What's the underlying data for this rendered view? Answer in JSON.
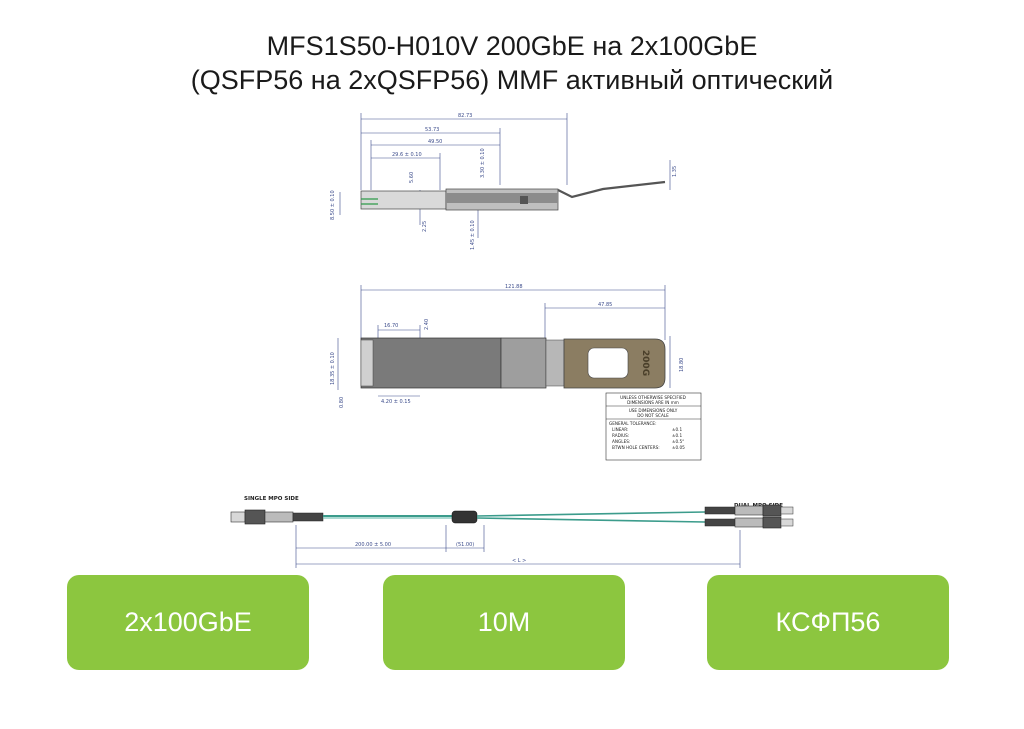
{
  "title": {
    "line1": "MFS1S50-H010V 200GbE на 2x100GbE",
    "line2": "(QSFP56 на 2xQSFP56) MMF активный оптический"
  },
  "side_view": {
    "dims": [
      "82.73",
      "53.73",
      "49.50",
      "29.6 ± 0.10",
      "5.60",
      "3.30 ± 0.10",
      "1.35",
      "8.50 ± 0.10",
      "2.25",
      "1.45 ± 0.10"
    ]
  },
  "top_view": {
    "dims": [
      "121.88",
      "47.85",
      "16.70",
      "2.40",
      "18.35 ± 0.10",
      "18.80",
      "0.80",
      "4.20 ± 0.15"
    ],
    "pull_tab_text": "200G"
  },
  "notes": {
    "header": [
      "UNLESS OTHERWISE SPECIFIED",
      "DIMENSIONS ARE IN mm"
    ],
    "scale": [
      "USE DIMENSIONS ONLY",
      "DO NOT SCALE"
    ],
    "tolerance_title": "GENERAL TOLERANCE:",
    "rows": [
      {
        "k": "LINEAR:",
        "v": "±0.1"
      },
      {
        "k": "RADIUS:",
        "v": "±0.1"
      },
      {
        "k": "ANGLES:",
        "v": "±0.5°"
      },
      {
        "k": "BTWN HOLE CENTERS:",
        "v": "±0.05"
      }
    ]
  },
  "cable": {
    "left_label": "SINGLE MPO SIDE",
    "right_label": "DUAL MPO SIDE",
    "dim_a": "200.00 ± 5.00",
    "dim_b": "(51.00)",
    "dim_total": "< L >"
  },
  "buttons": [
    {
      "label": "2x100GbE"
    },
    {
      "label": "10M"
    },
    {
      "label": "КСФП56"
    }
  ],
  "colors": {
    "button": "#8cc63f",
    "dimension": "#3a4a8a",
    "cable": "#3c9c8c"
  }
}
